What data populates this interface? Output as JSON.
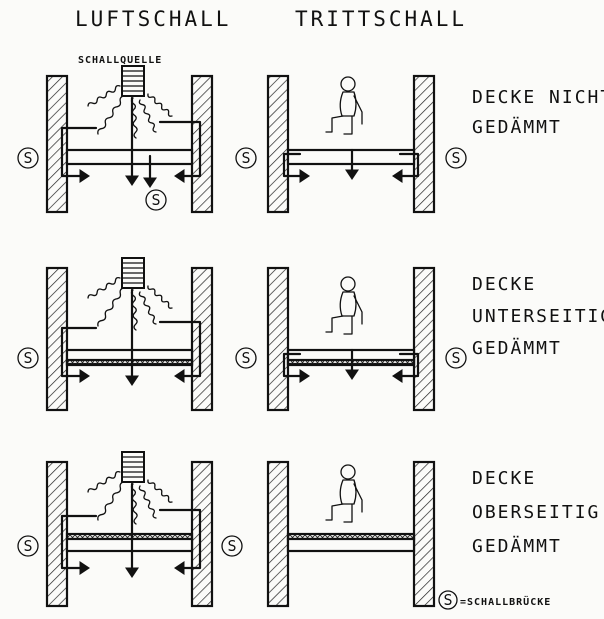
{
  "headers": {
    "airborne": "LUFTSCHALL",
    "impact": "TRITTSCHALL"
  },
  "source_label": "SCHALLQUELLE",
  "rows": [
    {
      "caption_lines": [
        "DECKE NICHT",
        "GEDÄMMT"
      ]
    },
    {
      "caption_lines": [
        "DECKE",
        "UNTERSEITIG",
        "GEDÄMMT"
      ]
    },
    {
      "caption_lines": [
        "DECKE",
        "OBERSEITIG",
        "GEDÄMMT"
      ]
    }
  ],
  "bridge_symbol": "S",
  "legend": {
    "symbol": "S",
    "text": "=SCHALLBRÜCKE"
  }
}
